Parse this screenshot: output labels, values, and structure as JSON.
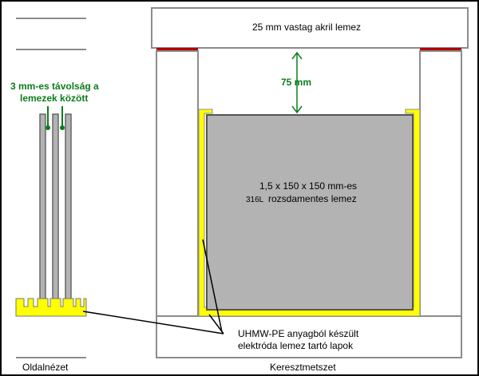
{
  "labels": {
    "acrylic_plate": "25 mm vastag akril lemez",
    "gap_distance": "75 mm",
    "plate_size": "1,5 x 150 x 150 mm-es",
    "plate_material_code": "316L",
    "plate_material": "rozsdamentes lemez",
    "holder_line1": "UHMW-PE anyagból készült",
    "holder_line2": "elektróda lemez tartó lapok",
    "spacing_line1": "3 mm-es távolság a",
    "spacing_line2": "lemezek között",
    "side_view": "Oldalnézet",
    "cross_section": "Keresztmetszet"
  },
  "colors": {
    "background_panel": "#ffffff",
    "outline": "#8c8c8c",
    "steel_plate": "#b3b3b3",
    "holder": "#ffff00",
    "annotation_green": "#0a7d1a",
    "seal": "#b30000"
  }
}
